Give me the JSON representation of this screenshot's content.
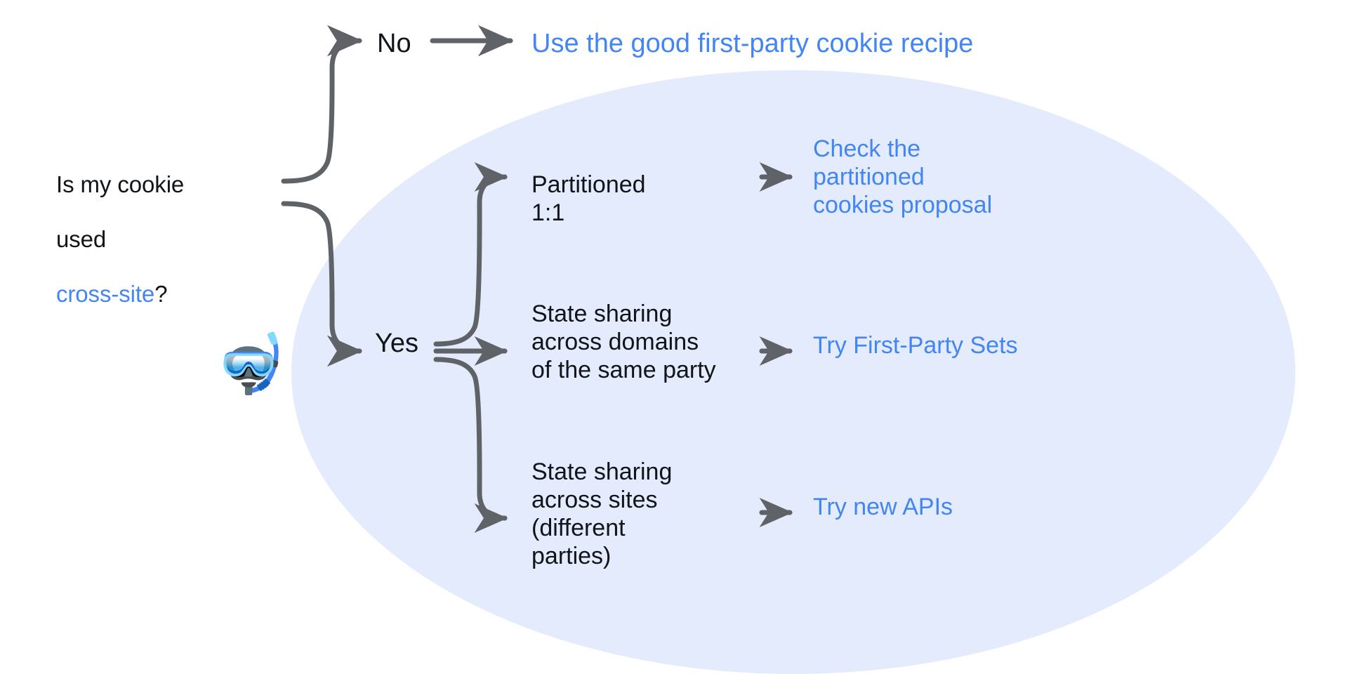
{
  "diagram": {
    "title_text": "Is my cookie used cross-site?",
    "question": {
      "line1": "Is my cookie",
      "line2": "used ",
      "accent": "cross-site",
      "suffix": "?"
    },
    "branch_no": {
      "label": "No",
      "outcome": "Use the good first-party cookie recipe"
    },
    "branch_yes": {
      "label": "Yes",
      "options": [
        {
          "text": "Partitioned\n1:1",
          "outcome": "Check the\npartitioned\ncookies proposal"
        },
        {
          "text": "State sharing\nacross domains\nof the same party",
          "outcome": "Try First-Party Sets"
        },
        {
          "text": "State sharing\nacross sites\n(different\nparties)",
          "outcome": "Try new APIs"
        }
      ]
    },
    "emoji": {
      "diving_mask": "🤿"
    },
    "colors": {
      "link_blue": "#4285f4",
      "text_dark": "#111418",
      "ellipse_fill": "#e3ebfc",
      "arrow_gray": "#5f6368",
      "background": "#ffffff"
    }
  }
}
